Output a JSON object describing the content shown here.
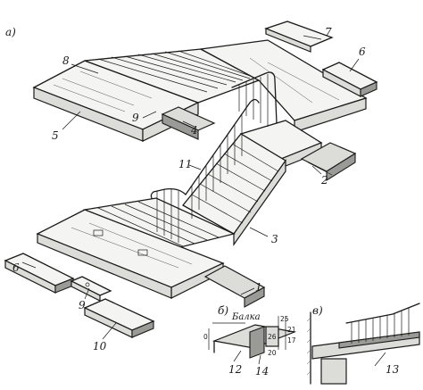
{
  "section_labels": {
    "a": "а)",
    "b": "б)",
    "v": "в)"
  },
  "beam_label": "Балка",
  "callouts": {
    "n1": "1",
    "n2": "2",
    "n3": "3",
    "n4": "4",
    "n5": "5",
    "n6": "6",
    "n6b": "6",
    "n7": "7",
    "n8": "8",
    "n9": "9",
    "n9b": "9",
    "n10": "10",
    "n11": "11",
    "n12": "12",
    "n13": "13",
    "n14": "14"
  },
  "dimensions": {
    "d0": "0",
    "d25": "25",
    "d21": "21",
    "d17": "17",
    "d26": "26",
    "d20": "20"
  }
}
